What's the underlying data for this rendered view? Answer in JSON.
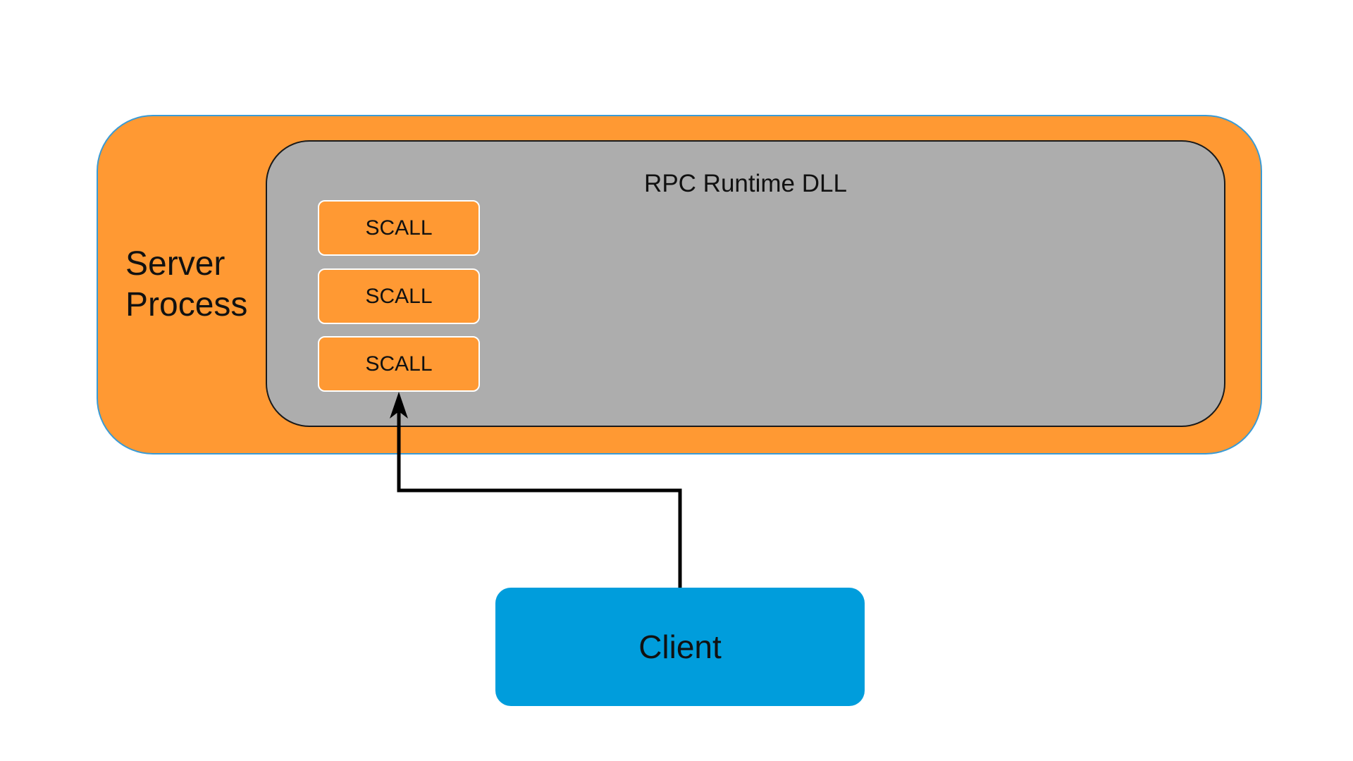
{
  "server_process": {
    "label_lines": [
      "Server",
      "Process"
    ],
    "fill_color": "#ff9933",
    "border_color": "#3a9bd5"
  },
  "runtime_dll": {
    "label": "RPC Runtime DLL",
    "fill_color": "#adadad"
  },
  "scalls": [
    {
      "label": "SCALL"
    },
    {
      "label": "SCALL"
    },
    {
      "label": "SCALL"
    }
  ],
  "client": {
    "label": "Client",
    "fill_color": "#009ddc"
  },
  "connector": {
    "from": "client",
    "to": "scall-3",
    "color": "#000000"
  }
}
